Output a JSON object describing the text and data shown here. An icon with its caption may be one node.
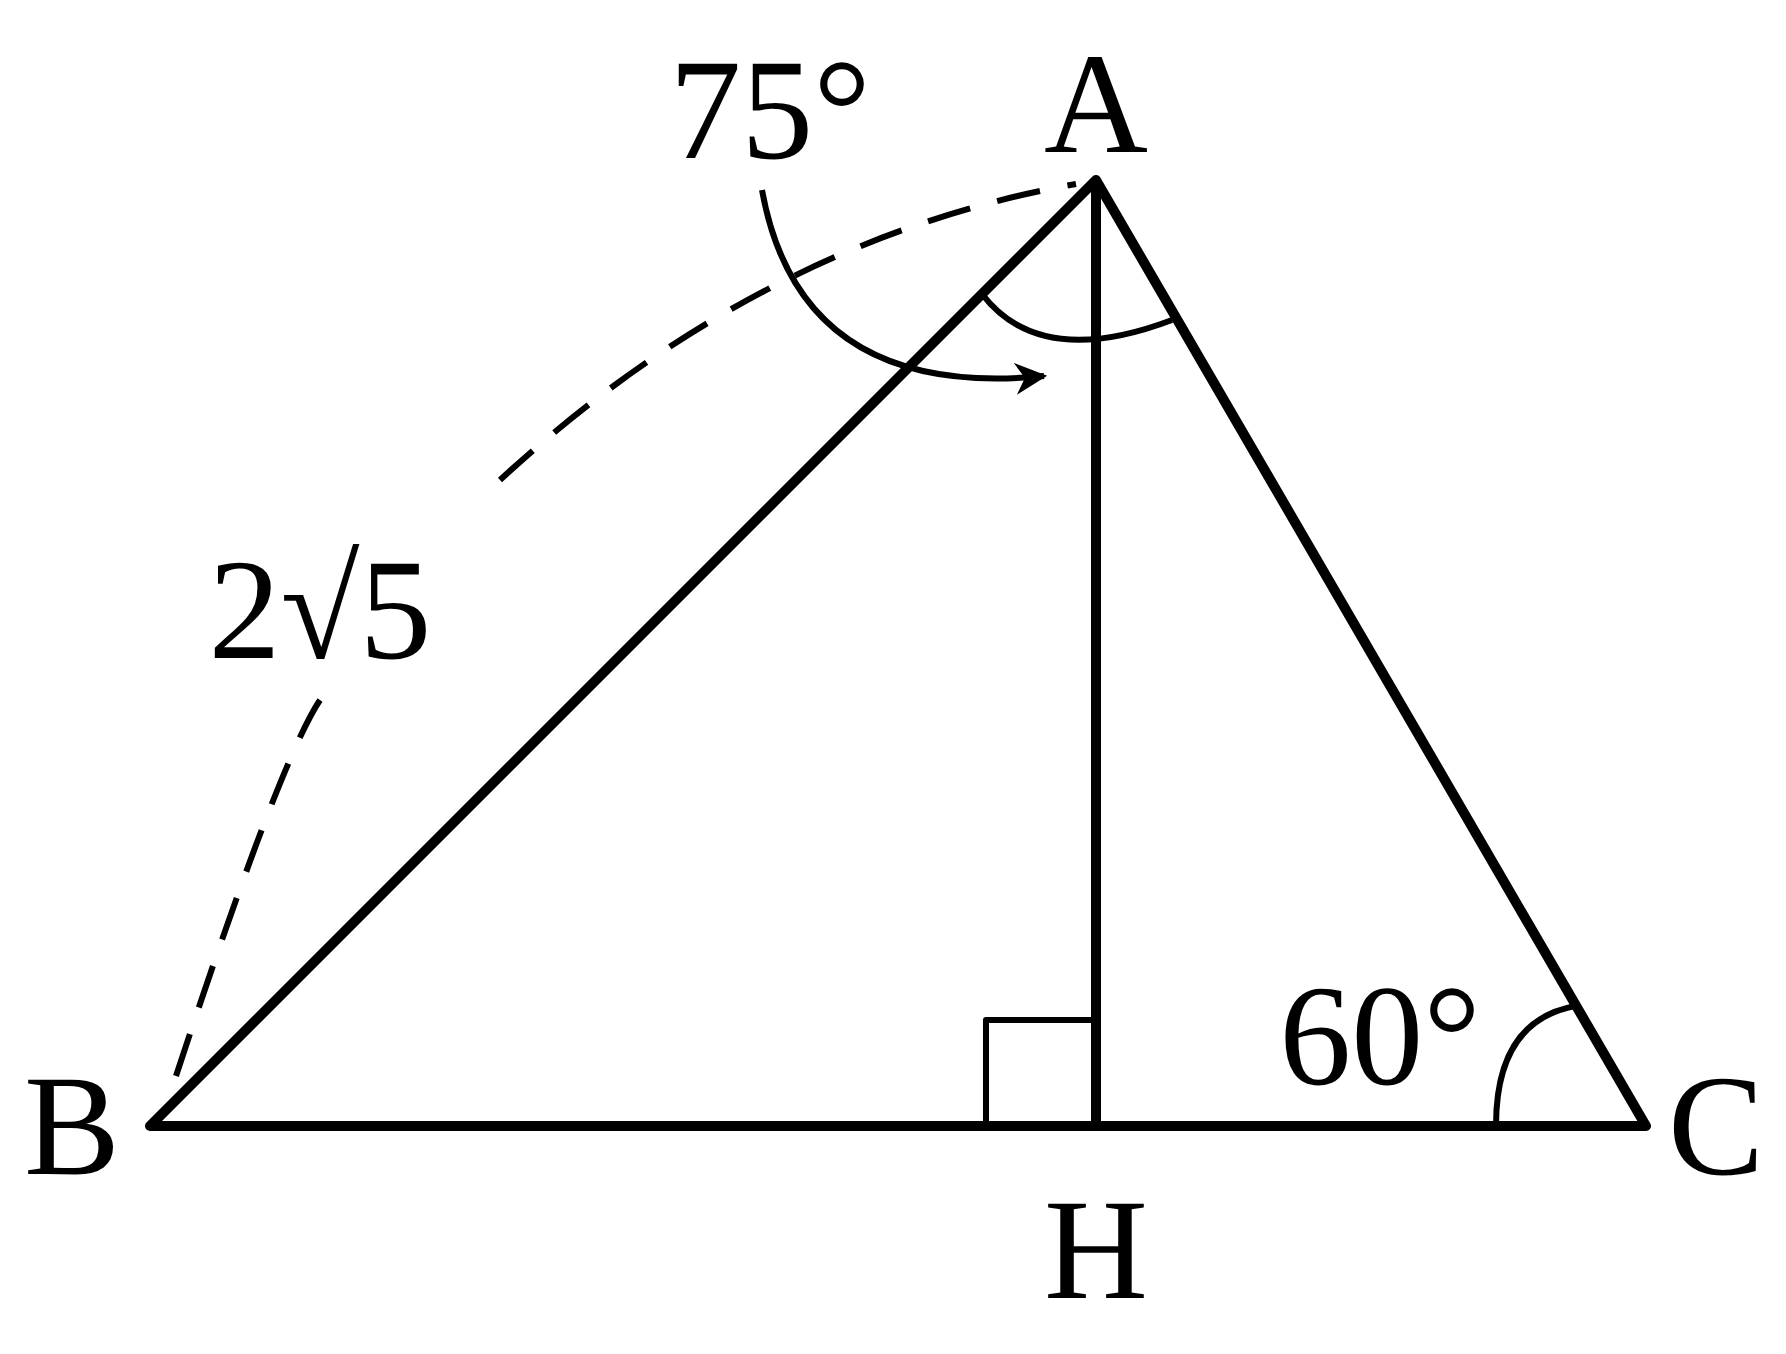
{
  "diagram": {
    "nodes": [
      {
        "text": [
          "75°"
        ]
      },
      {
        "text": [],
        "shape": "arc"
      }
    ],
    "edges": [
      {
        "from": 0,
        "to": 1,
        "arrow": "to"
      }
    ],
    "labels": [
      "A",
      "2√5",
      "60°",
      "B",
      "C",
      "H"
    ]
  }
}
